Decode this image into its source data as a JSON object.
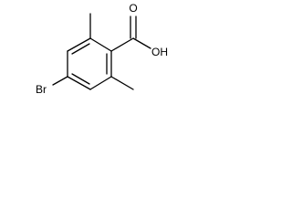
{
  "molecule": {
    "atoms": {
      "oxygen_carbonyl": "O",
      "hydroxyl": "OH",
      "bromine": "Br"
    },
    "colors": {
      "bond": "#000000",
      "label": "#000000",
      "background": "#ffffff"
    }
  }
}
